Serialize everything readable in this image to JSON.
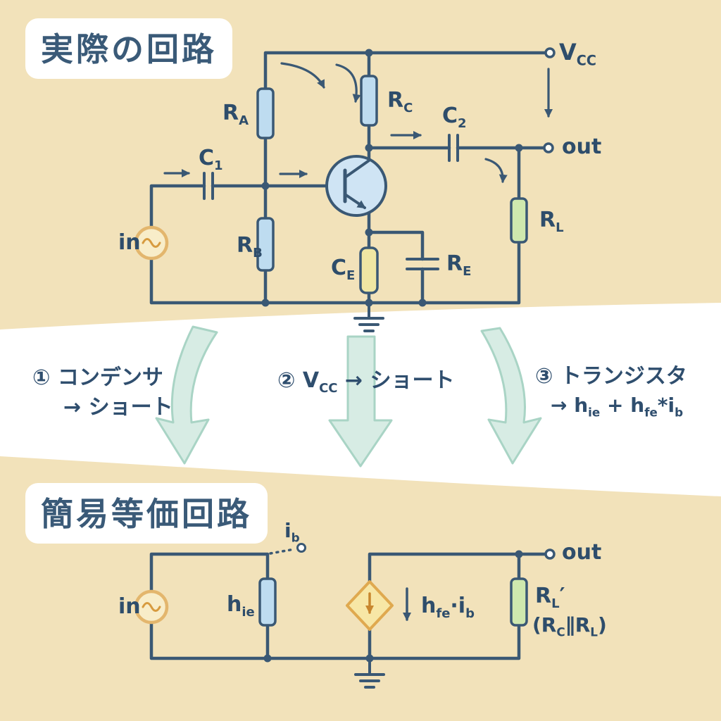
{
  "colors": {
    "background": "#f2e2ba",
    "band": "#ffffff",
    "wire": "#3a5874",
    "text": "#2e4d6b",
    "resistor_blue": "#bedcf0",
    "resistor_green": "#cfe8ae",
    "capacitor_yellow": "#efe6a3",
    "transistor_fill": "#cfe4f4",
    "source_stroke": "#e3b66d",
    "source_fill": "#f8edc9",
    "diamond_fill": "#f7e7a6",
    "diamond_stroke": "#dfa94f",
    "big_arrow_fill": "#d7ece4",
    "big_arrow_stroke": "#a9d4c5"
  },
  "top_section": {
    "title": "実際の回路",
    "labels": {
      "vcc": [
        {
          "t": "V"
        },
        {
          "t": "CC",
          "sub": true
        }
      ],
      "out": "out",
      "in": "in",
      "ra": [
        {
          "t": "R"
        },
        {
          "t": "A",
          "sub": true
        }
      ],
      "rc": [
        {
          "t": "R"
        },
        {
          "t": "C",
          "sub": true
        }
      ],
      "rb": [
        {
          "t": "R"
        },
        {
          "t": "B",
          "sub": true
        }
      ],
      "re": [
        {
          "t": "R"
        },
        {
          "t": "E",
          "sub": true
        }
      ],
      "rl": [
        {
          "t": "R"
        },
        {
          "t": "L",
          "sub": true
        }
      ],
      "c1": [
        {
          "t": "C"
        },
        {
          "t": "1",
          "sub": true
        }
      ],
      "c2": [
        {
          "t": "C"
        },
        {
          "t": "2",
          "sub": true
        }
      ],
      "ce": [
        {
          "t": "C"
        },
        {
          "t": "E",
          "sub": true
        }
      ]
    }
  },
  "steps": {
    "step1_line1": "① コンデンサ",
    "step1_line2": "→ ショート",
    "step2": [
      {
        "t": "② V"
      },
      {
        "t": "CC",
        "sub": true
      },
      {
        "t": " → ショート"
      }
    ],
    "step3_line1": "③ トランジスタ",
    "step3_line2": [
      {
        "t": "→ h"
      },
      {
        "t": "ie",
        "sub": true
      },
      {
        "t": " + h"
      },
      {
        "t": "fe",
        "sub": true
      },
      {
        "t": "*i"
      },
      {
        "t": "b",
        "sub": true
      }
    ]
  },
  "bottom_section": {
    "title": "簡易等価回路",
    "labels": {
      "in": "in",
      "out": "out",
      "ib": [
        {
          "t": "i"
        },
        {
          "t": "b",
          "sub": true
        }
      ],
      "hie": [
        {
          "t": "h"
        },
        {
          "t": "ie",
          "sub": true
        }
      ],
      "source": [
        {
          "t": "h"
        },
        {
          "t": "fe",
          "sub": true
        },
        {
          "t": "·i"
        },
        {
          "t": "b",
          "sub": true
        }
      ],
      "rl_prime": [
        {
          "t": "R"
        },
        {
          "t": "L",
          "sub": true
        },
        {
          "t": "′"
        }
      ],
      "rl_formula": [
        {
          "t": "(R"
        },
        {
          "t": "C",
          "sub": true
        },
        {
          "t": "∥R"
        },
        {
          "t": "L",
          "sub": true
        },
        {
          "t": ")"
        }
      ]
    }
  }
}
